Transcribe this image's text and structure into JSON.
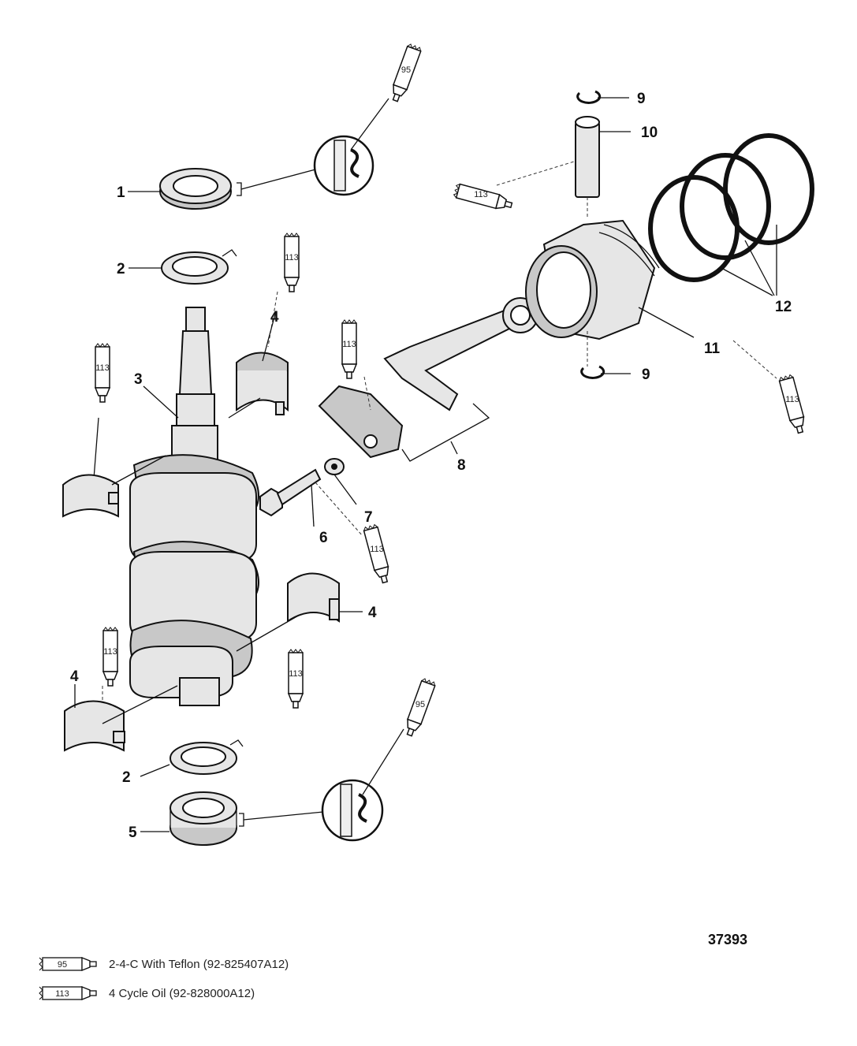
{
  "callouts": {
    "c1": "1",
    "c2a": "2",
    "c2b": "2",
    "c3": "3",
    "c4a": "4",
    "c4b": "4",
    "c4c": "4",
    "c5": "5",
    "c6": "6",
    "c7": "7",
    "c8": "8",
    "c9a": "9",
    "c9b": "9",
    "c10": "10",
    "c11": "11",
    "c12": "12"
  },
  "tubes": {
    "t95a": "95",
    "t95b": "95",
    "t113a": "113",
    "t113b": "113",
    "t113c": "113",
    "t113d": "113",
    "t113e": "113",
    "t113f": "113",
    "t113g": "113",
    "t113h": "113"
  },
  "figure_number": "37393",
  "legend": [
    {
      "code": "95",
      "text": "2-4-C  With Teflon (92-825407A12)"
    },
    {
      "code": "113",
      "text": "4 Cycle Oil (92-828000A12)"
    }
  ]
}
